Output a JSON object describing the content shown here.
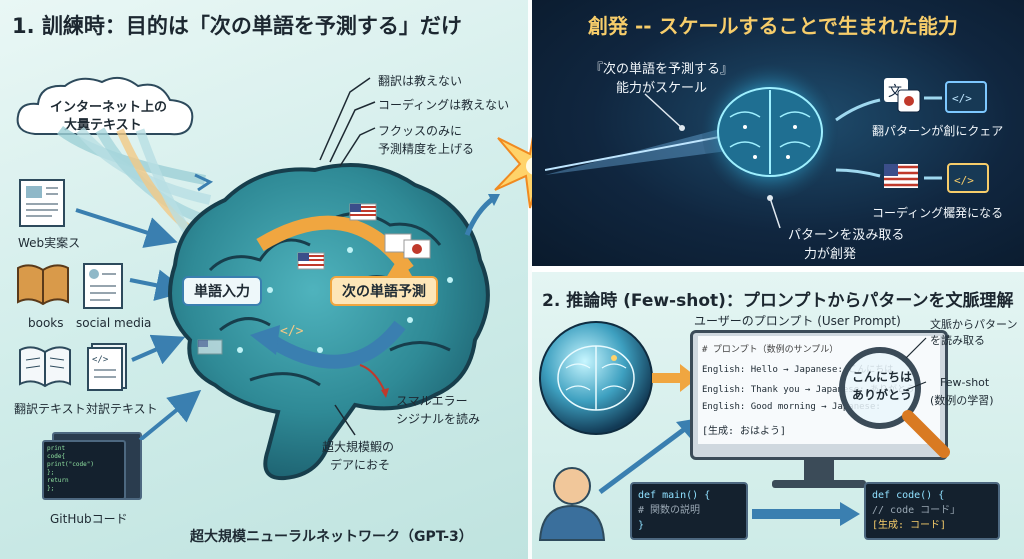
{
  "left_panel": {
    "title": "1. 訓練時：目的は「次の単語を予測する」だけ",
    "cloud_text": [
      "インターネット上の",
      "大量テキスト"
    ],
    "sources": {
      "web": "Web実案ス",
      "books": "books",
      "social": "social media",
      "translation": "翻訳テキスト",
      "parallel": "対訳テキスト",
      "github": "GitHubコード"
    },
    "github_code": [
      "print",
      "  code{",
      "   print(\"code\")",
      "  };",
      " return",
      "};"
    ],
    "callouts": {
      "no_translate": "翻訳は教えない",
      "no_coding": "コーディングは教えない",
      "focus": [
        "フクッスのみに",
        "予測精度を上げる"
      ],
      "small_error": [
        "スマルエラー",
        "シジナルを読み"
      ],
      "huge_data": [
        "超大規模鰕の",
        "デアにおそ"
      ]
    },
    "brain_labels": {
      "input": "単語入力",
      "predict": "次の単語予測"
    },
    "network_caption": "超大規模ニューラルネットワーク（GPT-3）"
  },
  "top_right": {
    "title": "創発 -- スケールすることで生まれた能力",
    "scale_label": [
      "『次の単語を予測する』",
      "能力がスケール"
    ],
    "translation_label": "翻パターンが創にクェア",
    "coding_label": "コーディング欘発になる",
    "pattern_label": [
      "パターンを汲み取る",
      "力が創発"
    ]
  },
  "bottom_right": {
    "title": "2. 推論時 (Few-shot)：プロンプトからパターンを文脈理解",
    "prompt_header": "ユーザーのプロンプト (User Prompt)",
    "prompt_lines": [
      "# プロンプト（数例のサンプル）",
      "English: Hello → Japanese: こんにちは",
      "English: Thank you → Japanese: ありがとう",
      "English: Good morning → Japanese:",
      "[生成: おはよう]"
    ],
    "magnifier_text": [
      "こんにちは",
      "ありがとう"
    ],
    "context_label": [
      "文脈からパターン",
      "を読み取る"
    ],
    "fewshot_label": [
      "Few-shot",
      "(数例の学習)"
    ],
    "code_left": [
      "def main() {",
      "  # 関数の説明",
      "}"
    ],
    "code_right": [
      "def code() {",
      "  // code コード」",
      "[生成: コード]"
    ]
  },
  "colors": {
    "brain": "#2f8a96",
    "arrow_orange": "#f0a640",
    "arrow_blue": "#3a7fb0",
    "dark_panel": "#10263f"
  }
}
